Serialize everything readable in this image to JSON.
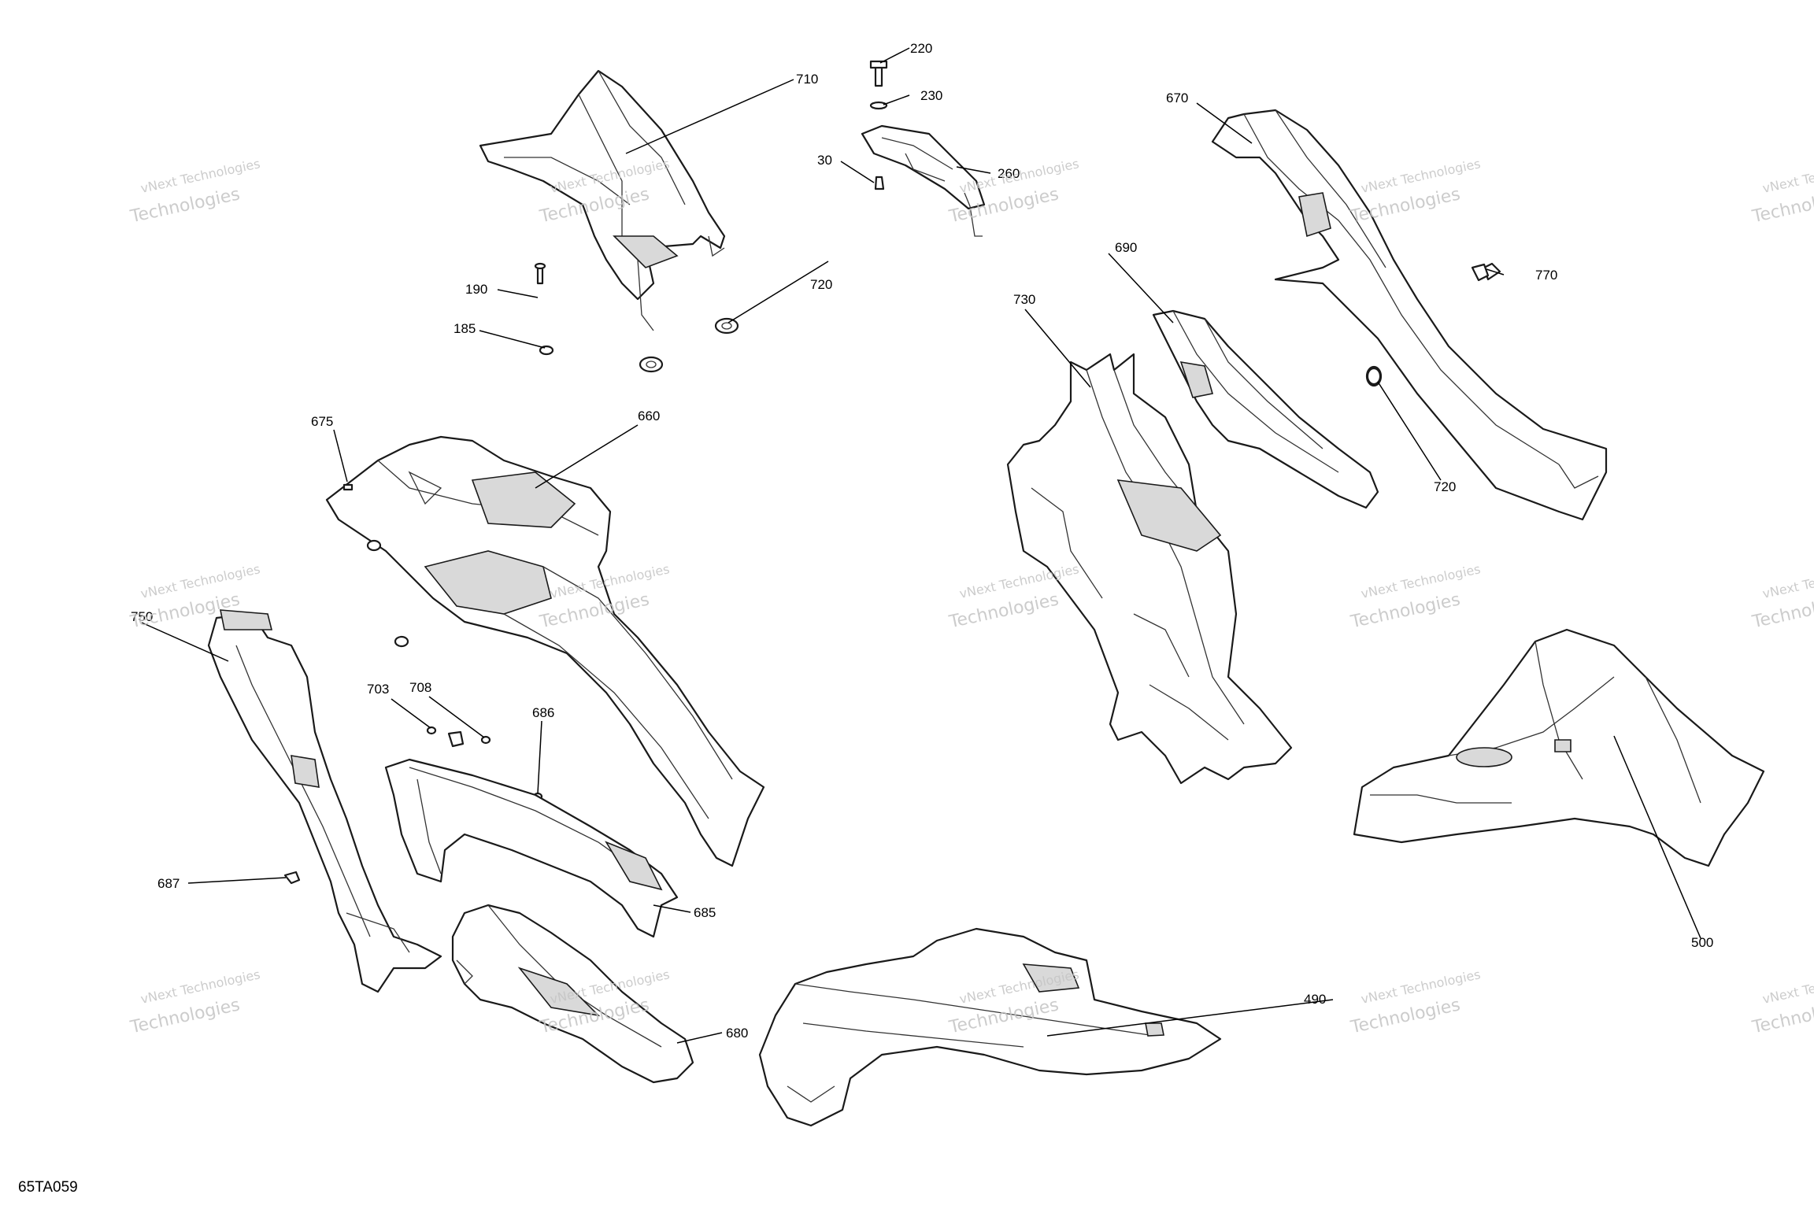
{
  "drawing_id": "65TA059",
  "watermark": {
    "line1": "vNext Technologies",
    "line2": "Technologies"
  },
  "callouts": [
    "710",
    "220",
    "230",
    "30",
    "260",
    "670",
    "190",
    "720",
    "185",
    "690",
    "730",
    "770",
    "720",
    "675",
    "660",
    "750",
    "703",
    "708",
    "686",
    "687",
    "685",
    "680",
    "490",
    "500"
  ]
}
